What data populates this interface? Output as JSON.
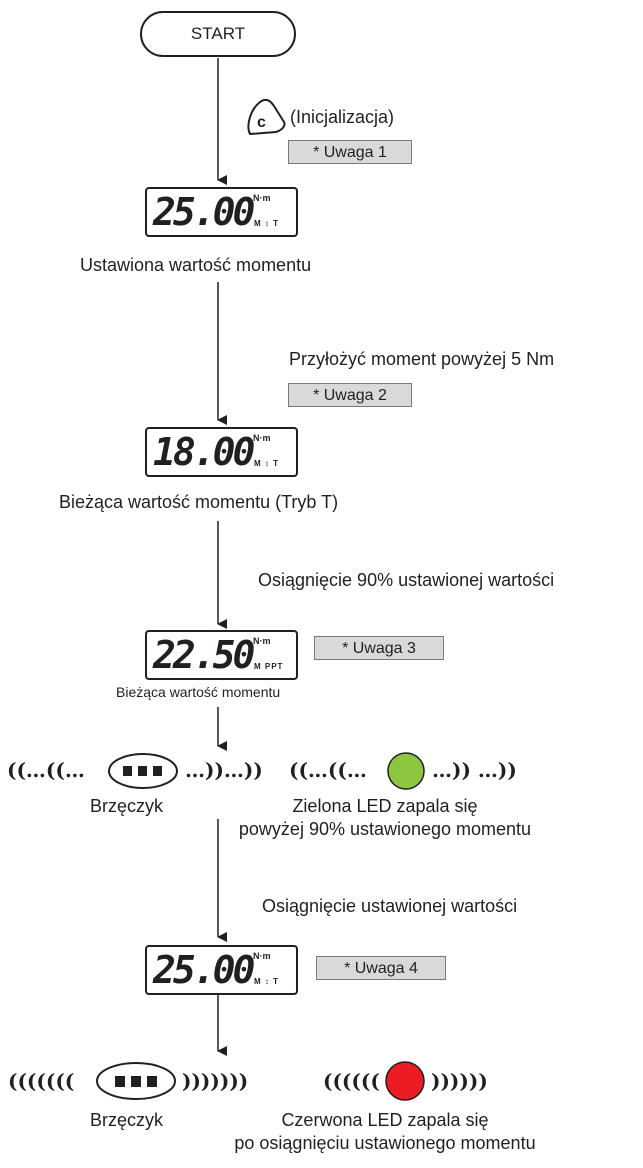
{
  "start_label": "START",
  "c_button_letter": "c",
  "init_label": "(Inicjalizacja)",
  "notes": [
    "* Uwaga 1",
    "* Uwaga 2",
    "* Uwaga 3",
    "* Uwaga 4"
  ],
  "displays": [
    {
      "value": "25.00",
      "unit": "N·m",
      "mode": "M ↕ T"
    },
    {
      "value": "18.00",
      "unit": "N·m",
      "mode": "M ↕ T"
    },
    {
      "value": "22.50",
      "unit": "N·m",
      "mode": "M PPT"
    },
    {
      "value": "25.00",
      "unit": "N·m",
      "mode": "M ↕ T"
    }
  ],
  "labels": {
    "set_value": "Ustawiona wartość momentu",
    "apply_torque": "Przyłożyć moment powyżej 5 Nm",
    "current_value_t": "Bieżąca wartość momentu (Tryb T)",
    "reach_90": "Osiągnięcie 90% ustawionej wartości",
    "current_value": "Bieżąca wartość momentu",
    "buzzer_1": "Brzęczyk",
    "green_led_line1": "Zielona LED zapala się",
    "green_led_line2": "powyżej 90% ustawionego momentu",
    "reach_set": "Osiągnięcie ustawionej wartości",
    "buzzer_2": "Brzęczyk",
    "red_led_line1": "Czerwona LED zapala się",
    "red_led_line2": "po osiągnięciu ustawionego momentu"
  },
  "waves": {
    "buzzer1_left": "((…((…",
    "buzzer1_right": "…))…))",
    "led1_left": "((…((…",
    "led1_right": "…)) …))",
    "buzzer2_left": "(((((((",
    "buzzer2_right": ")))))))",
    "led2_left": "((((((",
    "led2_right": "))))))"
  },
  "colors": {
    "green_led": "#8dc63f",
    "red_led": "#ed1c24",
    "note_fill": "#d9d9d9"
  }
}
